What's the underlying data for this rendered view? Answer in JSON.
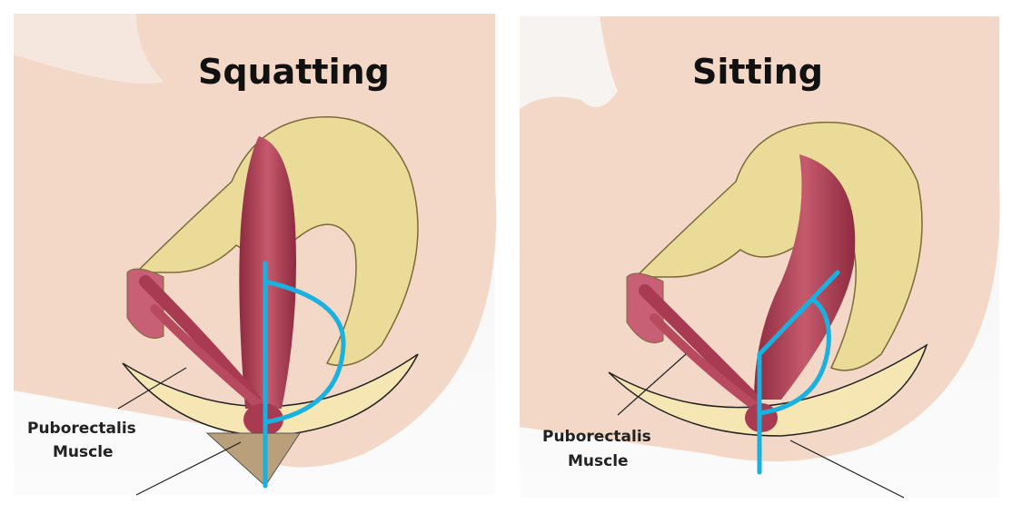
{
  "panels": [
    {
      "title": "Squatting",
      "label_line1": "Puborectalis",
      "label_line2": "Muscle"
    },
    {
      "title": "Sitting",
      "label_line1": "Puborectalis",
      "label_line2": "Muscle"
    }
  ],
  "colors": {
    "angle_line": "#1ab0e0",
    "skin": "#f3d6c6",
    "bone": "#eedfa0",
    "muscle": "#a83a52"
  }
}
